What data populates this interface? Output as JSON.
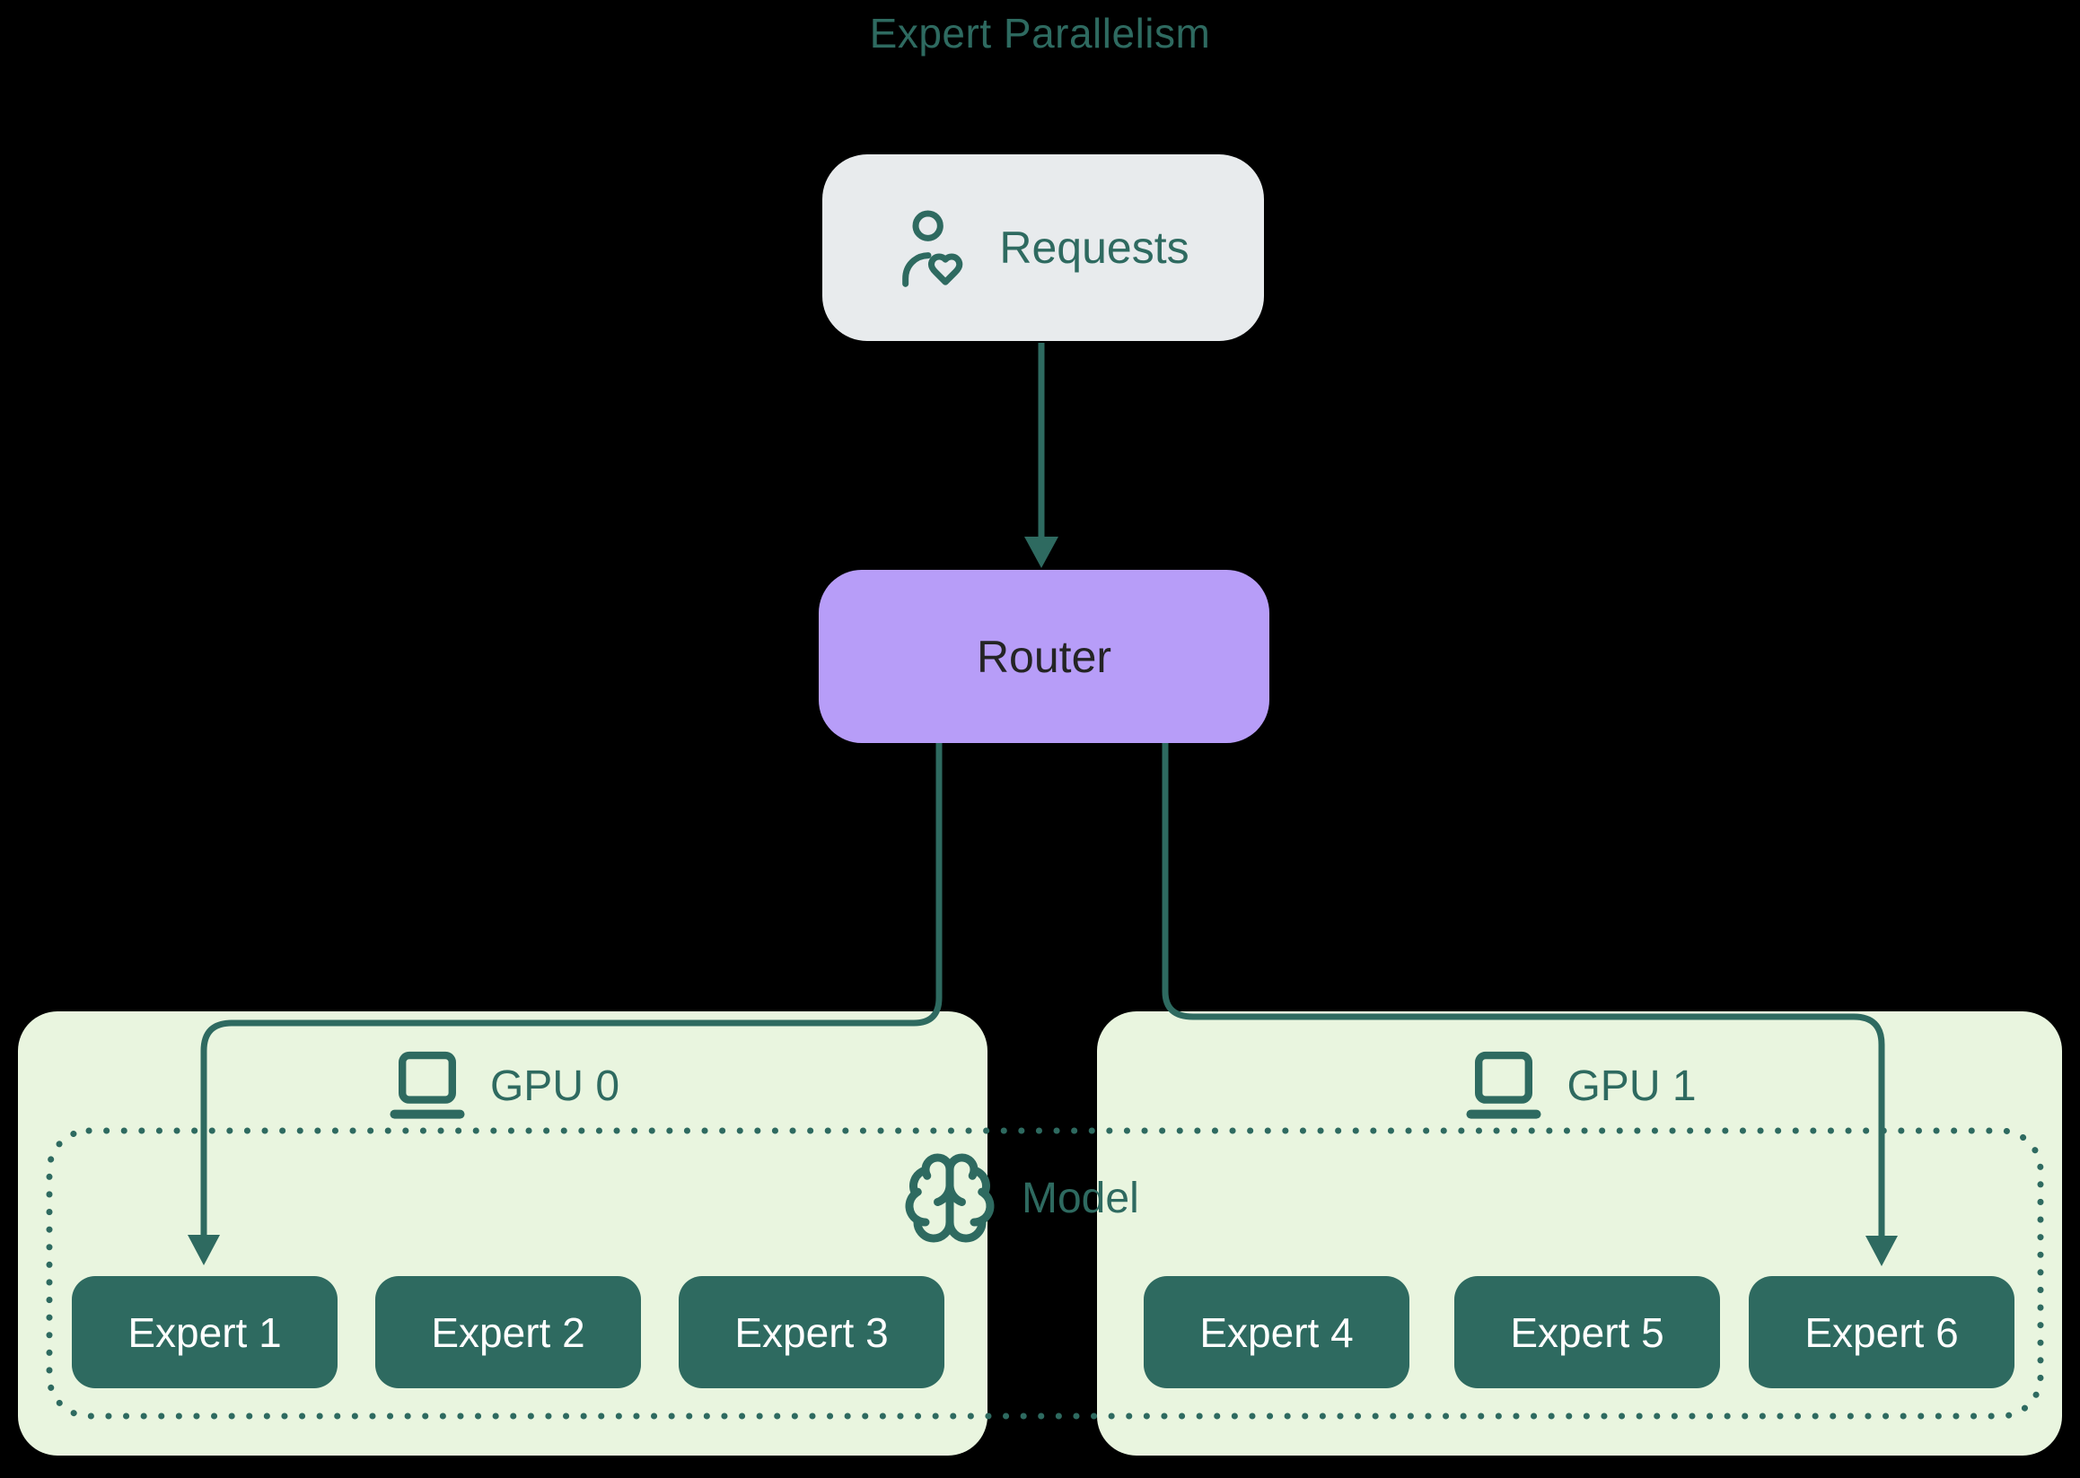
{
  "diagram": {
    "title": "Expert Parallelism",
    "requests": {
      "label": "Requests",
      "icon": "user-heart-icon"
    },
    "router": {
      "label": "Router"
    },
    "model": {
      "label": "Model",
      "icon": "brain-icon"
    },
    "gpus": [
      {
        "label": "GPU 0",
        "icon": "laptop-icon",
        "experts": [
          {
            "label": "Expert 1"
          },
          {
            "label": "Expert 2"
          },
          {
            "label": "Expert 3"
          }
        ]
      },
      {
        "label": "GPU 1",
        "icon": "laptop-icon",
        "experts": [
          {
            "label": "Expert 4"
          },
          {
            "label": "Expert 5"
          },
          {
            "label": "Expert 6"
          }
        ]
      }
    ],
    "edges": [
      {
        "from": "requests",
        "to": "router"
      },
      {
        "from": "router",
        "to": "expert-1"
      },
      {
        "from": "router",
        "to": "expert-6"
      }
    ],
    "colors": {
      "background": "#000000",
      "teal": "#2E6A60",
      "pale_green": "#E9F5DF",
      "light_gray": "#E8EBED",
      "purple": "#B79DF8",
      "router_text": "#242424",
      "expert_text": "#FFFFFF"
    }
  }
}
